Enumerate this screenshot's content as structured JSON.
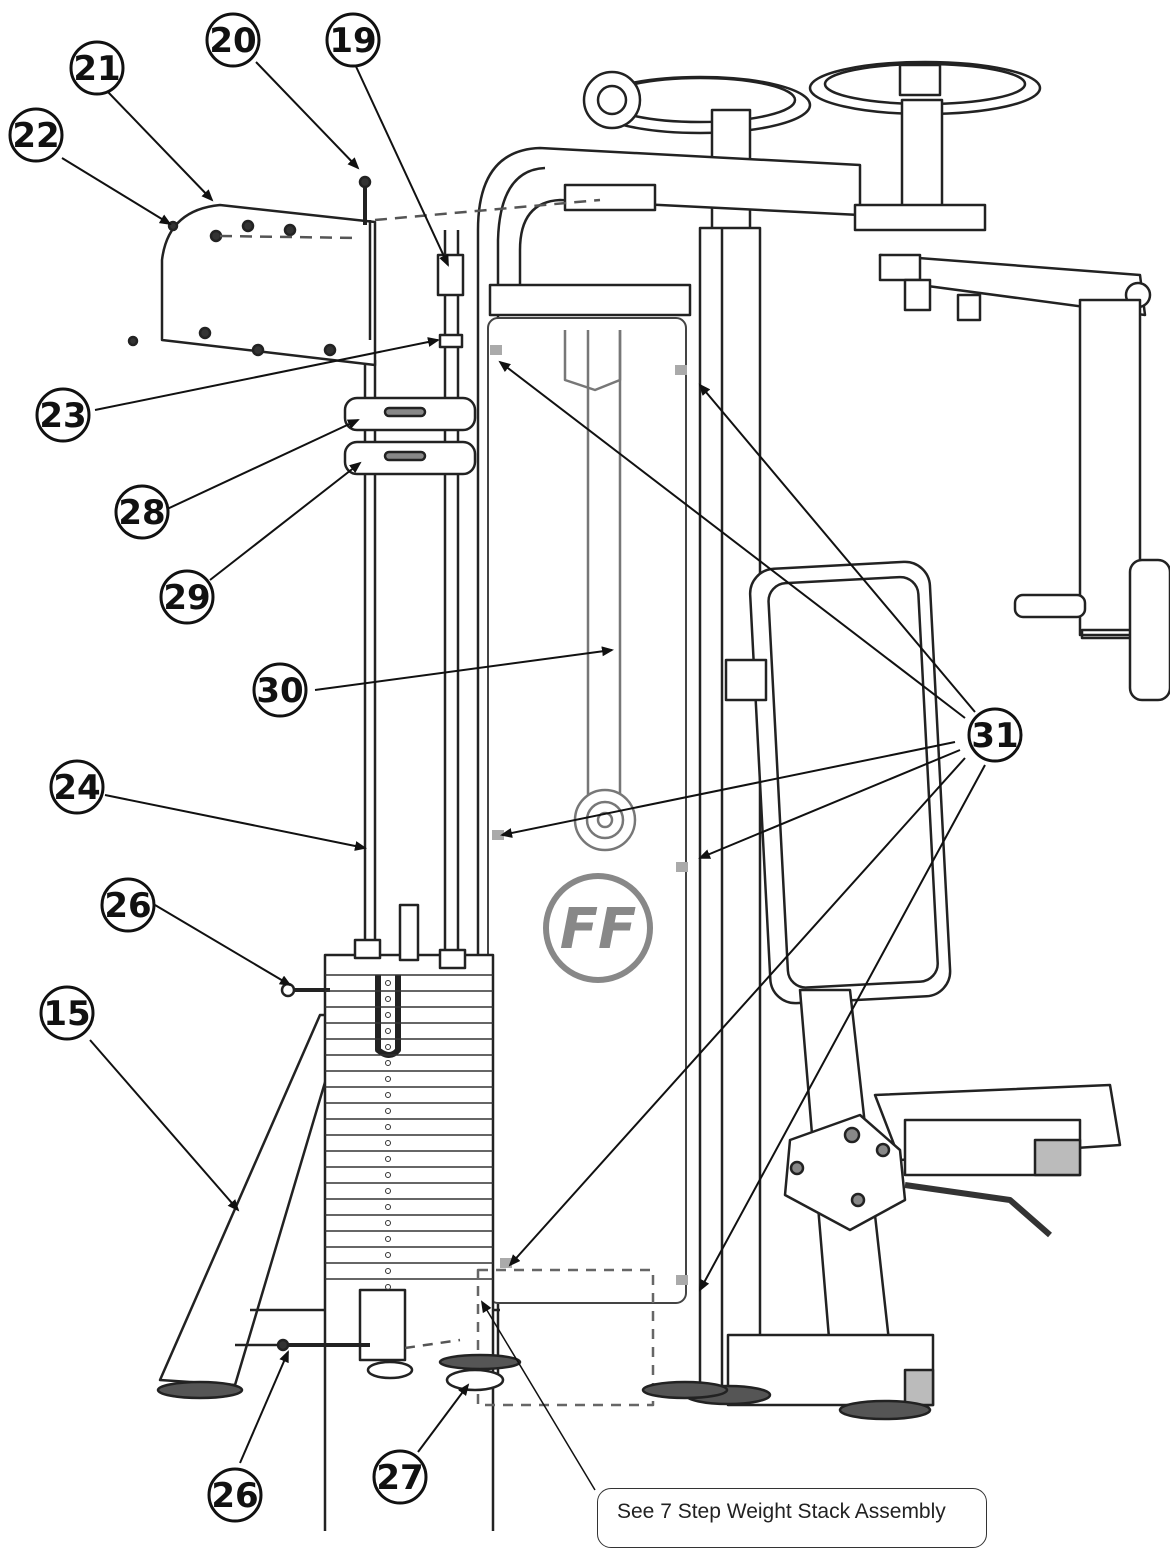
{
  "callouts": [
    {
      "id": "c19",
      "label": "19"
    },
    {
      "id": "c20",
      "label": "20"
    },
    {
      "id": "c21",
      "label": "21"
    },
    {
      "id": "c22",
      "label": "22"
    },
    {
      "id": "c23",
      "label": "23"
    },
    {
      "id": "c28",
      "label": "28"
    },
    {
      "id": "c29",
      "label": "29"
    },
    {
      "id": "c30",
      "label": "30"
    },
    {
      "id": "c24",
      "label": "24"
    },
    {
      "id": "c26a",
      "label": "26"
    },
    {
      "id": "c15",
      "label": "15"
    },
    {
      "id": "c31",
      "label": "31"
    },
    {
      "id": "c26b",
      "label": "26"
    },
    {
      "id": "c27",
      "label": "27"
    }
  ],
  "note": {
    "text": "See 7 Step Weight Stack Assembly"
  },
  "logo": {
    "text": "FF"
  }
}
